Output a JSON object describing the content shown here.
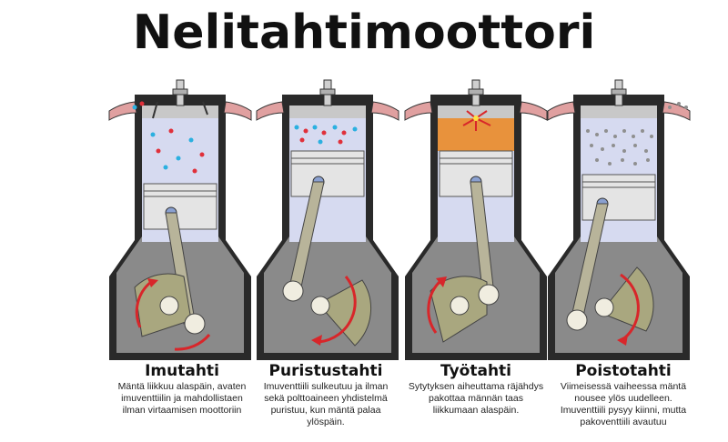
{
  "title": "Nelitahtimoottori",
  "strokes": [
    {
      "title": "Imutahti",
      "description": "Mäntä liikkuu alaspäin, avaten imuventtiilin ja mahdollistaen ilman virtaamisen moottoriin"
    },
    {
      "title": "Puristustahti",
      "description": "Imuventtiili sulkeutuu ja ilman sekä polttoaineen yhdistelmä puristuu, kun mäntä palaa ylöspäin."
    },
    {
      "title": "Työtahti",
      "description": "Sytytyksen aiheuttama räjähdys pakottaa männän taas liikkumaan alaspäin."
    },
    {
      "title": "Poistotahti",
      "description": "Viimeisessä vaiheessa mäntä nousee ylös uudelleen. Imuventtiili pysyy kiinni, mutta pakoventtiili avautuu"
    }
  ],
  "colors": {
    "block": "#2a2a2a",
    "crankcase": "#8a8a8a",
    "cylinder": "#d6daf0",
    "piston": "#e4e4e4",
    "rod": "#b8b49a",
    "crank": "#a9a77f",
    "arrow": "#d8262a",
    "fuel_red": "#e0303a",
    "air_blue": "#2bb0e0",
    "exhaust_gray": "#8f8f8f",
    "combustion": "#e8923c",
    "port": "#e0a0a0"
  },
  "icons": [
    "spark-plug-icon",
    "valve-icon",
    "rotation-arrow-icon"
  ]
}
